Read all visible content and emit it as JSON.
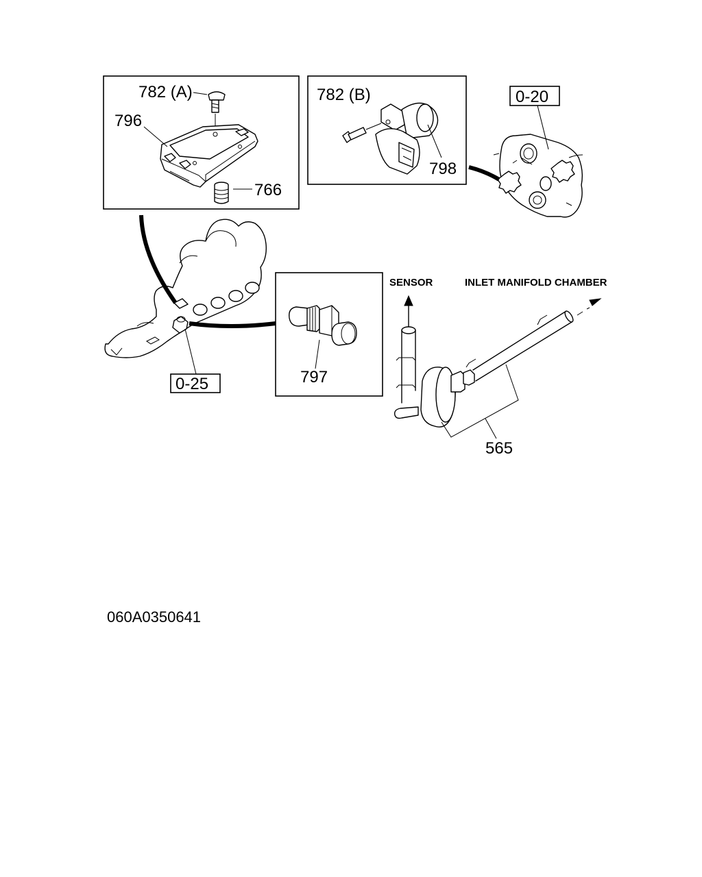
{
  "callouts": {
    "bolt_a": "782 (A)",
    "module": "796",
    "grommet": "766",
    "bolt_b": "782 (B)",
    "solenoid": "798",
    "temp_sensor": "797",
    "vacuum_unit": "565"
  },
  "references": {
    "ref_upper": "0-20",
    "ref_lower": "0-25"
  },
  "annotations": {
    "sensor": "SENSOR",
    "inlet_manifold_chamber": "INLET MANIFOLD CHAMBER"
  },
  "drawing_code": "060A0350641"
}
